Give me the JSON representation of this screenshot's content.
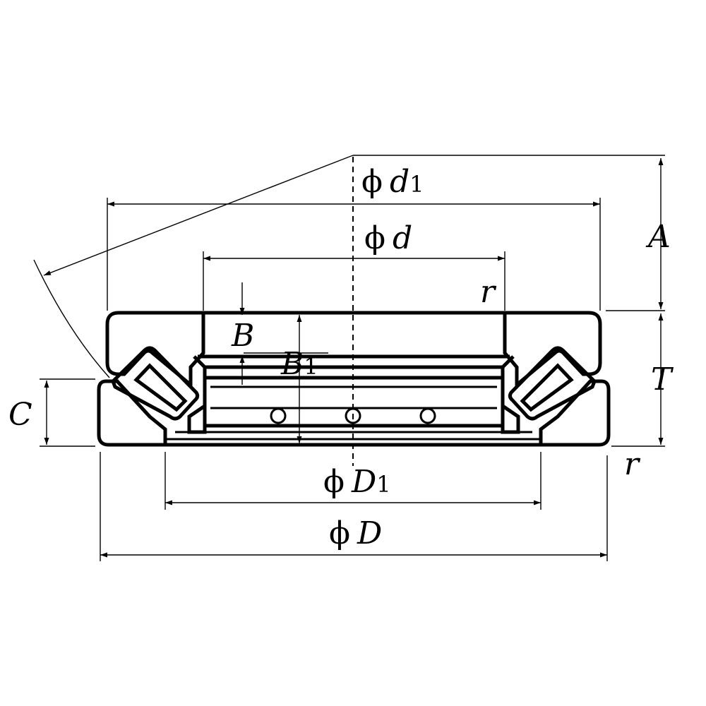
{
  "labels": {
    "d1": {
      "symbol": "ϕ",
      "var": "d",
      "sub": "1"
    },
    "d": {
      "symbol": "ϕ",
      "var": "d"
    },
    "D1": {
      "symbol": "ϕ",
      "var": "D",
      "sub": "1"
    },
    "D": {
      "symbol": "ϕ",
      "var": "D"
    },
    "A": "A",
    "T": "T",
    "C": "C",
    "B": "B",
    "B1": {
      "var": "B",
      "sub": "1"
    },
    "r_top": "r",
    "r_bottom": "r"
  }
}
